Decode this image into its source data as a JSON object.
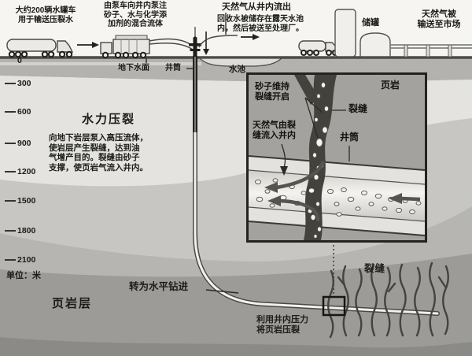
{
  "top": {
    "tanker_note_l1": "大约200辆水罐车",
    "tanker_note_l2": "用于输送压裂水",
    "pump_note_l1": "由泵车向井内泵注",
    "pump_note_l2": "砂子、水与化学添",
    "pump_note_l3": "加剂的混合流体",
    "gas_out": "天然气从井内流出",
    "recycle_l1": "回收水被储存在露天水池",
    "recycle_l2": "内，然后被送至处理厂。",
    "storage_tank": "储罐",
    "market_l1": "天然气被",
    "market_l2": "输送至市场"
  },
  "surface": {
    "water_table": "地下水面",
    "wellbore": "井筒",
    "pool": "水池"
  },
  "depth_scale": {
    "unit": "单位：米",
    "ticks": [
      "0",
      "300",
      "600",
      "900",
      "1200",
      "1500",
      "1800",
      "2100"
    ]
  },
  "main": {
    "title": "水力压裂",
    "desc_l1": "向地下岩层泵入高压流体，",
    "desc_l2": "使岩层产生裂缝，达到油",
    "desc_l3": "气增产目的。裂缝由砂子",
    "desc_l4": "支撑，使页岩气流入井内。",
    "shale_layer": "页岩层",
    "horizontal_drilling": "转为水平钻进",
    "fracture": "裂缝",
    "pressure_l1": "利用井内压力",
    "pressure_l2": "将页岩压裂"
  },
  "inset": {
    "sand_l1": "砂子维持",
    "sand_l2": "裂缝开启",
    "shale": "页岩",
    "fracture": "裂缝",
    "gas_flow_l1": "天然气由裂",
    "gas_flow_l2": "缝流入井内",
    "wellbore": "井筒"
  },
  "colors": {
    "ink": "#1c1c1a",
    "sky": "#f6f5f2",
    "band_subsoil": "#b3b2ae",
    "band_light": "#e4e3df",
    "band_mid": "#c7c6c2",
    "band_deep": "#b6b5b1",
    "band_shale": "#9c9b97",
    "band_bottom": "#8b8a86",
    "fracture_dark": "#44433e",
    "pipe_light": "#f2f1ed",
    "inset_bg": "#a3a29e"
  }
}
